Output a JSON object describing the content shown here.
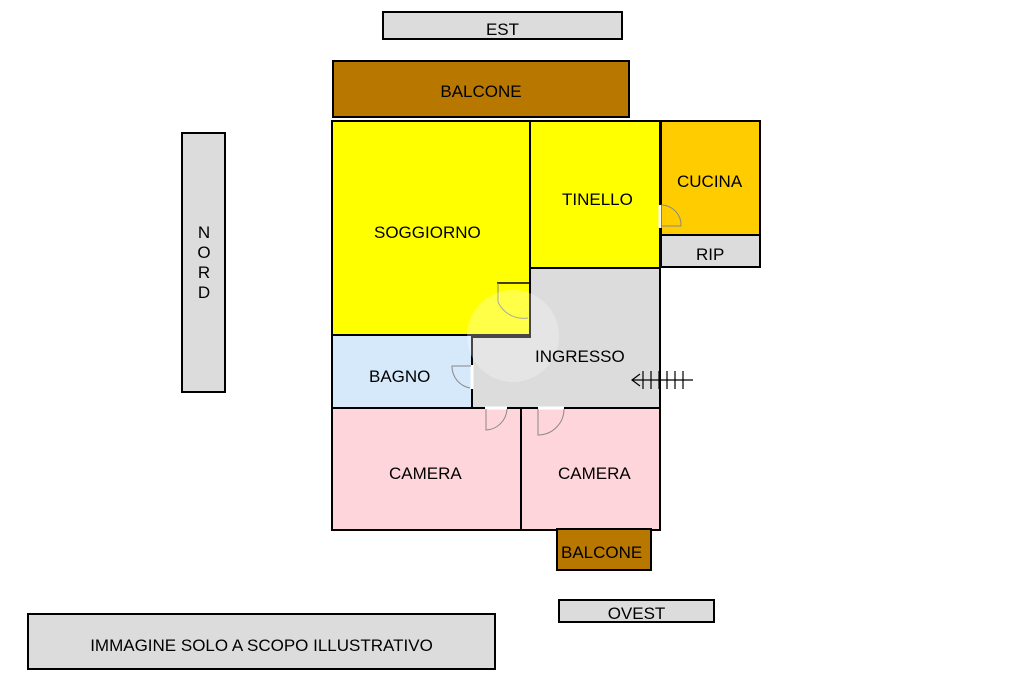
{
  "compass": {
    "east": "EST",
    "north": "NORD",
    "west": "OVEST"
  },
  "rooms": {
    "balcony_top": "BALCONE",
    "living_room": "SOGGIORNO",
    "dining_room": "TINELLO",
    "kitchen": "CUCINA",
    "storage": "RIP",
    "entrance": "INGRESSO",
    "bathroom": "BAGNO",
    "bedroom_left": "CAMERA",
    "bedroom_right": "CAMERA",
    "balcony_bottom": "BALCONE"
  },
  "disclaimer": "IMMAGINE SOLO A SCOPO ILLUSTRATIVO",
  "colors": {
    "balcony": "#b87800",
    "living": "#ffff00",
    "kitchen": "#ffcc00",
    "grey": "#dcdcdc",
    "bathroom": "#d6e9fb",
    "bedroom": "#ffd5dc",
    "wall": "#000000"
  }
}
